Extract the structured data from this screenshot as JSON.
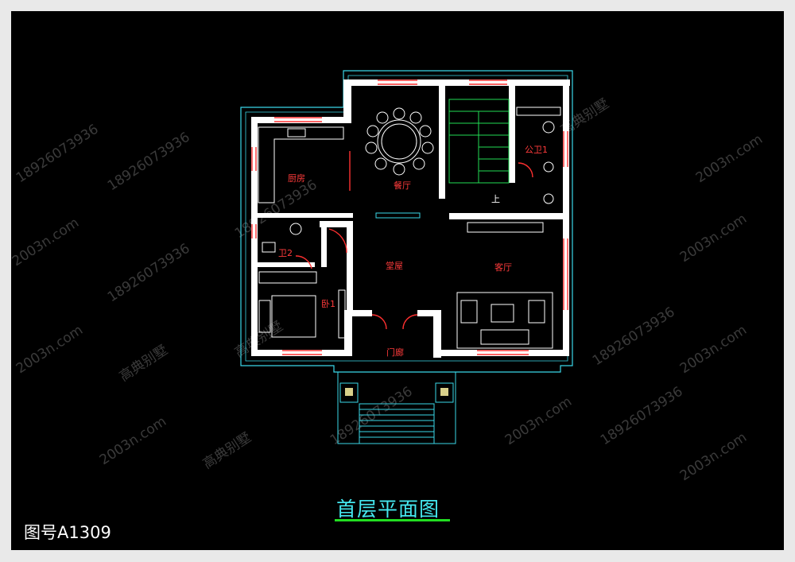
{
  "drawing": {
    "title": "首层平面图",
    "drawing_number": "图号A1309",
    "rooms": {
      "kitchen": "厨房",
      "dining": "餐厅",
      "public_bath": "公卫1",
      "bath2": "卫2",
      "bedroom": "卧1",
      "hall": "堂屋",
      "living": "客厅",
      "porch": "门廊",
      "stair_up": "上"
    },
    "watermarks": [
      "18926073936",
      "2003n.com",
      "高典别墅"
    ]
  },
  "colors": {
    "background": "#000000",
    "wall": "#ffffff",
    "outline": "#3ad7e8",
    "window": "#ff3030",
    "label": "#ff3b3b",
    "stair": "#22dd55",
    "title": "#45e8f0",
    "title_underline": "#22dd22"
  }
}
